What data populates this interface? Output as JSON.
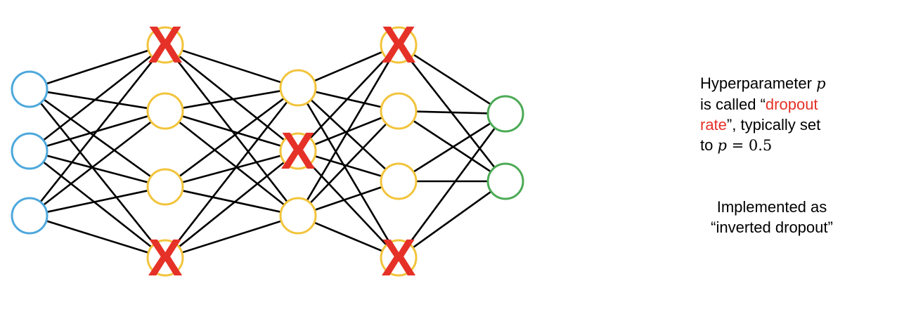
{
  "network": {
    "layers": [
      {
        "role": "input",
        "nodes": 3,
        "color": "#4da8dc",
        "dropped": []
      },
      {
        "role": "hidden",
        "nodes": 4,
        "color": "#f2c43c",
        "dropped": [
          0,
          3
        ]
      },
      {
        "role": "hidden",
        "nodes": 3,
        "color": "#f2c43c",
        "dropped": [
          1
        ]
      },
      {
        "role": "hidden",
        "nodes": 4,
        "color": "#f2c43c",
        "dropped": [
          0,
          3
        ]
      },
      {
        "role": "output",
        "nodes": 2,
        "color": "#4caa55",
        "dropped": []
      }
    ],
    "drop_mark_color": "#e53127",
    "edge_color": "#000000",
    "drop_mark_glyph": "X"
  },
  "notes": {
    "line1_text": "Hyperparameter ",
    "line1_var": "p",
    "line2_pre": "is called “",
    "line2_highlight": "dropout",
    "line3_highlight": "rate",
    "line3_post": "”, typically set",
    "line4_pre": "to ",
    "line4_var": "p",
    "line4_eq": " = 0.5",
    "implemented_line1": "Implemented as",
    "implemented_line2": "“inverted dropout”"
  }
}
